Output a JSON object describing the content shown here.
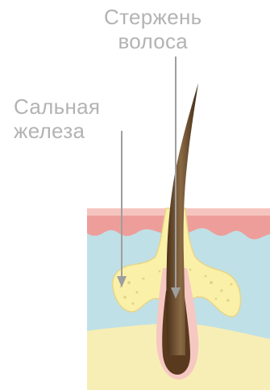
{
  "labels": {
    "hair_shaft": [
      "Стержень",
      "волоса"
    ],
    "sebaceous_gland": [
      "Сальная",
      "железа"
    ]
  },
  "colors": {
    "epidermis": "#ee9e9a",
    "epidermis_top": "#f6c4bf",
    "dermis": "#bfe0e6",
    "subcutis": "#f7eeb5",
    "gland_fill": "#fbf0a8",
    "gland_outline": "#e6d58a",
    "follicle": "#f6c8c2",
    "hair": "#6b4a2b",
    "pointer": "#9e9e9e",
    "label_text": "#b3b3b3"
  }
}
